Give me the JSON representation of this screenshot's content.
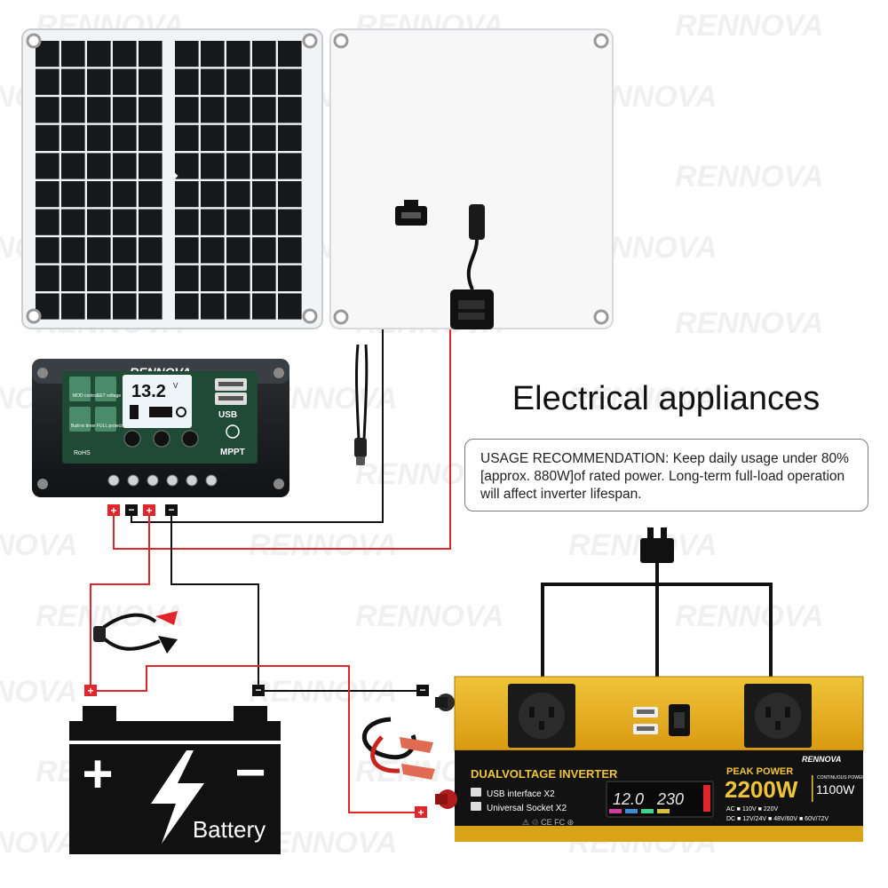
{
  "watermark": {
    "brand": "RENNOVA"
  },
  "heading": "Electrical appliances",
  "usage_note": "USAGE RECOMMENDATION: Keep daily usage under 80% [approx. 880W]of rated power. Long-term full-load operation will affect inverter lifespan.",
  "controller": {
    "brand": "RENNOVA",
    "display_value": "13.2",
    "display_unit": "V",
    "buttons": {
      "mod": "MOD control",
      "set": "SET voltage",
      "timer": "Built-in timer",
      "full": "FULL protect"
    },
    "usb_label": "USB",
    "mppt_label": "MPPT",
    "rohs": "RoHS"
  },
  "battery": {
    "label": "Battery",
    "plus": "+",
    "minus": "−"
  },
  "inverter": {
    "title": "DUALVOLTAGE INVERTER",
    "usb_text": "USB interface X2",
    "socket_text": "Universal Socket X2",
    "peak_label": "PEAK POWER",
    "peak_value": "2200W",
    "cont_label": "CONTINUOUS POWER",
    "cont_value": "1100W",
    "brand": "RENNOVA",
    "display_left": "12.0",
    "display_right": "230",
    "ac_row": "AC  ■ 110V  ■ 220V",
    "dc_row": "DC  ■ 12V/24V  ■ 48V/60V  ■ 60V/72V",
    "cert_marks": "⚠ ♲ CE FC ⊛"
  },
  "terminals": {
    "plus": "+",
    "minus": "−"
  },
  "colors": {
    "wire_red": "#e0262a",
    "wire_black": "#111111",
    "inverter_yellow": "#e9b21f",
    "panel_cell": "#16181c",
    "controller_green": "#1f4a36"
  }
}
